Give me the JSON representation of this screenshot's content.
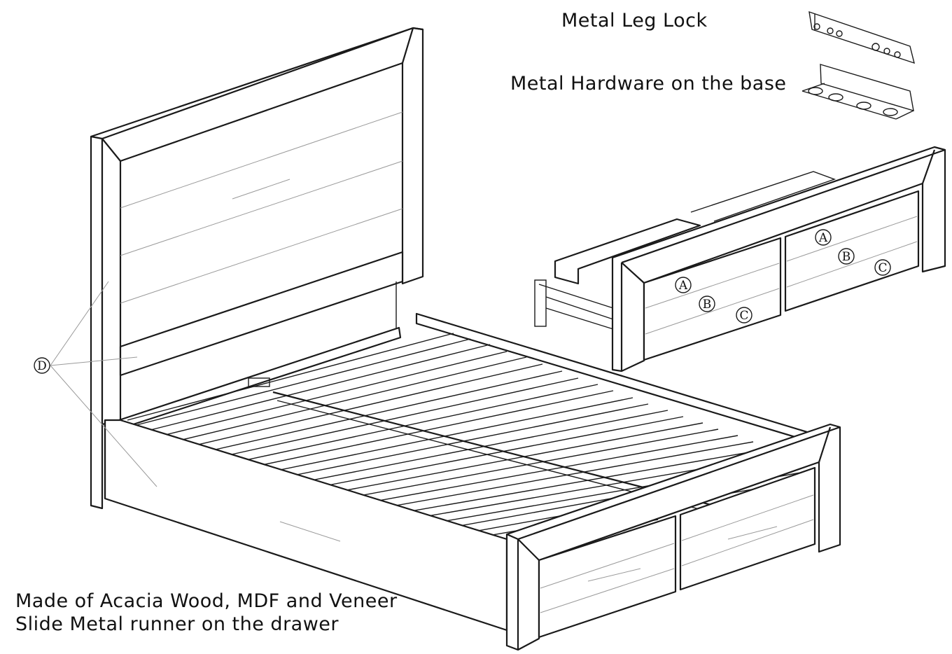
{
  "labels": {
    "metal_leg_lock": "Metal Leg Lock",
    "metal_hardware": "Metal Hardware  on the base",
    "materials": "Made of Acacia Wood, MDF and Veneer",
    "runner": "Slide Metal runner on the drawer"
  },
  "callouts": {
    "a": "A",
    "b": "B",
    "c": "C",
    "d": "D"
  }
}
